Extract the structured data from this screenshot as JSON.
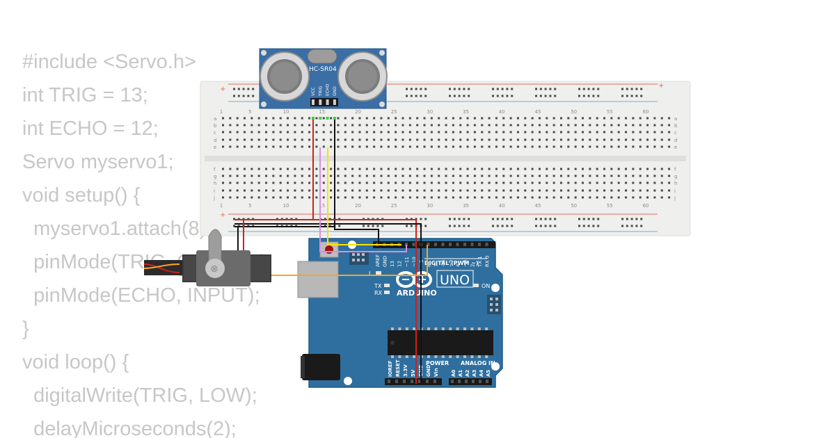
{
  "code_lines": [
    "#include <Servo.h>",
    "int TRIG = 13;",
    "int ECHO = 12;",
    "Servo myservo1;",
    "void setup() {",
    "  myservo1.attach(8);",
    "  pinMode(TRIG, OUTPUT);",
    "  pinMode(ECHO, INPUT);",
    "}",
    "void loop() {",
    "  digitalWrite(TRIG, LOW);",
    "  delayMicroseconds(2);"
  ],
  "breadboard": {
    "column_numbers": [
      "1",
      "5",
      "10",
      "15",
      "20",
      "25",
      "30",
      "35",
      "40",
      "45",
      "50",
      "55",
      "60"
    ],
    "row_letters_top": [
      "a",
      "b",
      "c",
      "d",
      "e"
    ],
    "row_letters_bottom": [
      "f",
      "g",
      "h",
      "i",
      "j"
    ],
    "plus_sign": "+",
    "minus_sign": "-",
    "colors": {
      "body": "#efefed",
      "hole": "#4a4a4a",
      "red_rail": "#e06a5a",
      "blue_rail": "#7aa7d8"
    }
  },
  "sensor": {
    "name": "HC-SR04",
    "pins": [
      "VCC",
      "TRIG",
      "ECHO",
      "GND"
    ],
    "color": "#3a6ea5"
  },
  "arduino": {
    "logo": "ARDUINO",
    "model": "UNO",
    "digital_label": "DIGITAL (PWM ~)",
    "power_label": "POWER",
    "analog_label": "ANALOG IN",
    "on_label": "ON",
    "tx_label": "TX",
    "rx_label": "RX",
    "l_label": "L",
    "top_pins": [
      "AREF",
      "GND",
      "13",
      "12",
      "~11",
      "~10",
      "~9",
      "8",
      "7",
      "~6",
      "~5",
      "4",
      "~3",
      "2",
      "TX 1",
      "RX 0"
    ],
    "power_pins": [
      "IOREF",
      "RESET",
      "3.3V",
      "5V",
      "GND",
      "GND",
      "Vin"
    ],
    "analog_pins": [
      "A0",
      "A1",
      "A2",
      "A3",
      "A4",
      "A5"
    ],
    "color": "#2f6f9f"
  },
  "wires": {
    "vcc": "#d0201a",
    "gnd": "#111111",
    "trig": "#ffe200",
    "echo": "#d98ee0",
    "signal": "#f5a623"
  }
}
